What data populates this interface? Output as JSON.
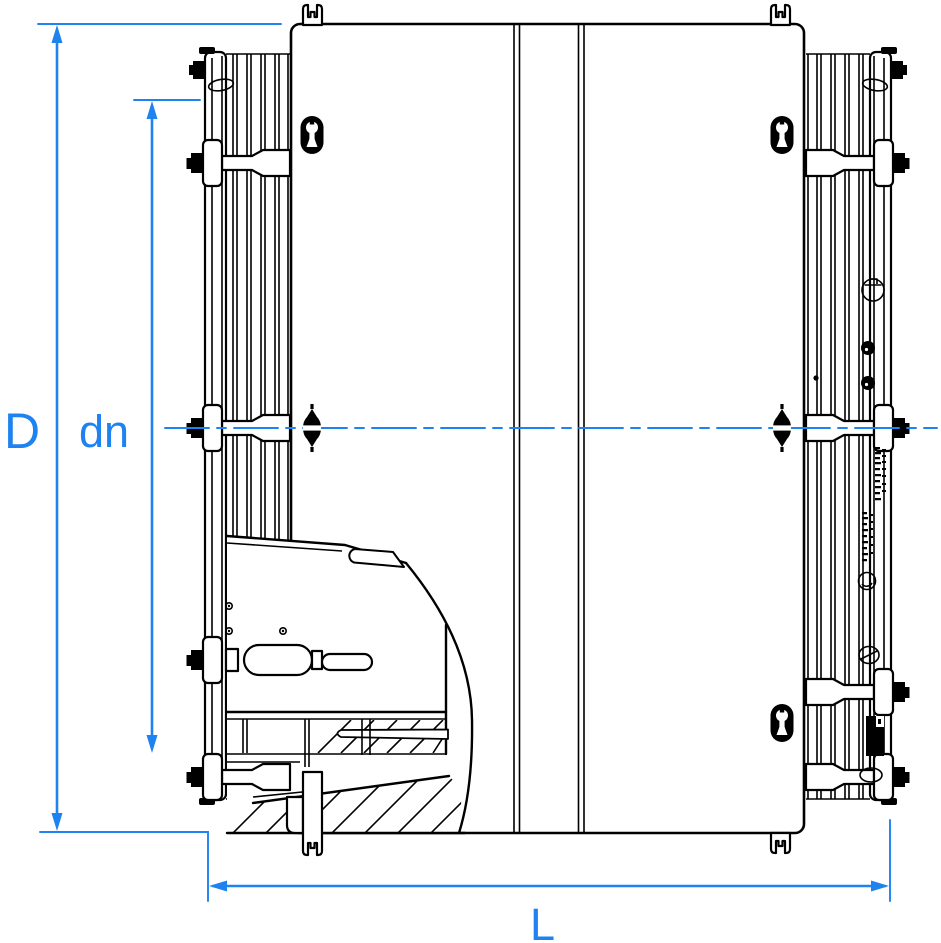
{
  "drawing": {
    "background_color": "#ffffff",
    "line_color": "#000000",
    "dimension_color": "#1e82f0",
    "dimension_labels": {
      "overall_diameter": "D",
      "nominal_diameter": "dn",
      "overall_length": "L"
    },
    "icons": [
      {
        "name": "wrench-service-icon",
        "shape": "black oval with white wrench glyph",
        "count": 3
      },
      {
        "name": "grease-fitting-icon",
        "shape": "black pointed oval with white band",
        "count": 2
      },
      {
        "name": "lifting-lug",
        "shape": "notched tab",
        "count": 4
      },
      {
        "name": "centerline",
        "style": "blue dash-dot horizontal line"
      }
    ]
  }
}
